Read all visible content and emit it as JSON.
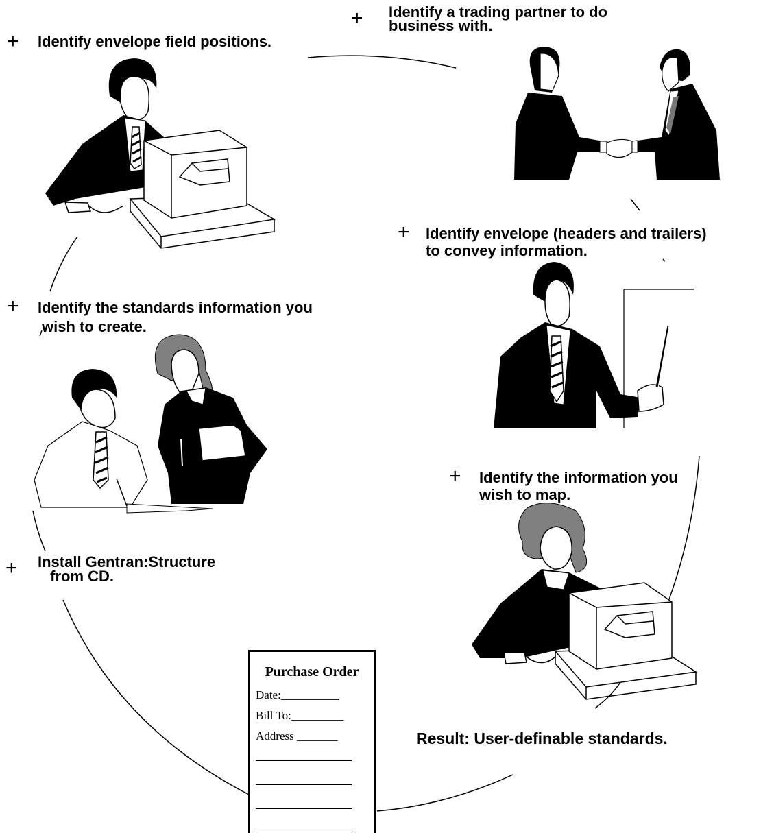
{
  "steps": {
    "field_positions": {
      "plus": "+",
      "line1": "Identify envelope field positions."
    },
    "trading_partner": {
      "plus": "+",
      "line1": "Identify a trading partner to do",
      "line2": "business with."
    },
    "envelope": {
      "plus": "+",
      "line1": "Identify envelope (headers and trailers)",
      "line2": "to convey information."
    },
    "standards": {
      "plus": "+",
      "line1": "Identify the standards information you",
      "line2": "wish to create."
    },
    "map_info": {
      "plus": "+",
      "line1": "Identify the information you",
      "line2": "wish to map."
    },
    "install": {
      "plus": "+",
      "line1": "Install Gentran:Structure",
      "line2": " from CD."
    }
  },
  "result": "Result: User-definable standards.",
  "purchase_order": {
    "title": "Purchase Order",
    "fields": [
      "Date:__________",
      "Bill To:_________",
      "Address _______"
    ]
  },
  "colors": {
    "ink": "#000000",
    "gray_hair": "#808080",
    "paper": "#ffffff"
  }
}
